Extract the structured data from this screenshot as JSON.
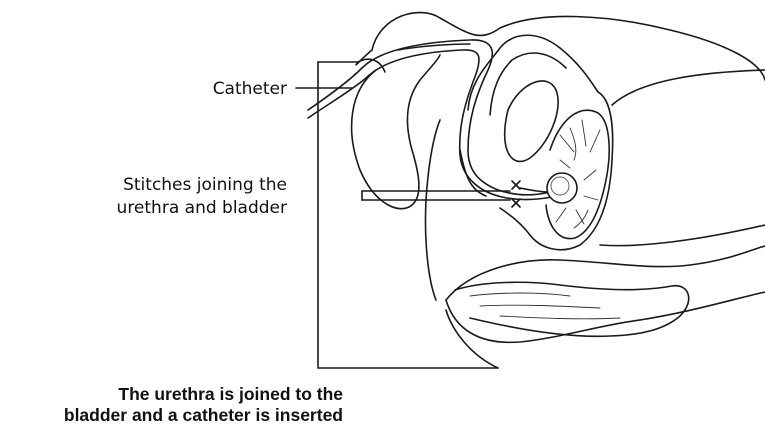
{
  "labels": {
    "catheter": "Catheter",
    "stitches_line1": "Stitches joining the",
    "stitches_line2": "urethra and bladder"
  },
  "caption": {
    "line1": "The urethra is joined to the",
    "line2": "bladder and a catheter is inserted"
  }
}
